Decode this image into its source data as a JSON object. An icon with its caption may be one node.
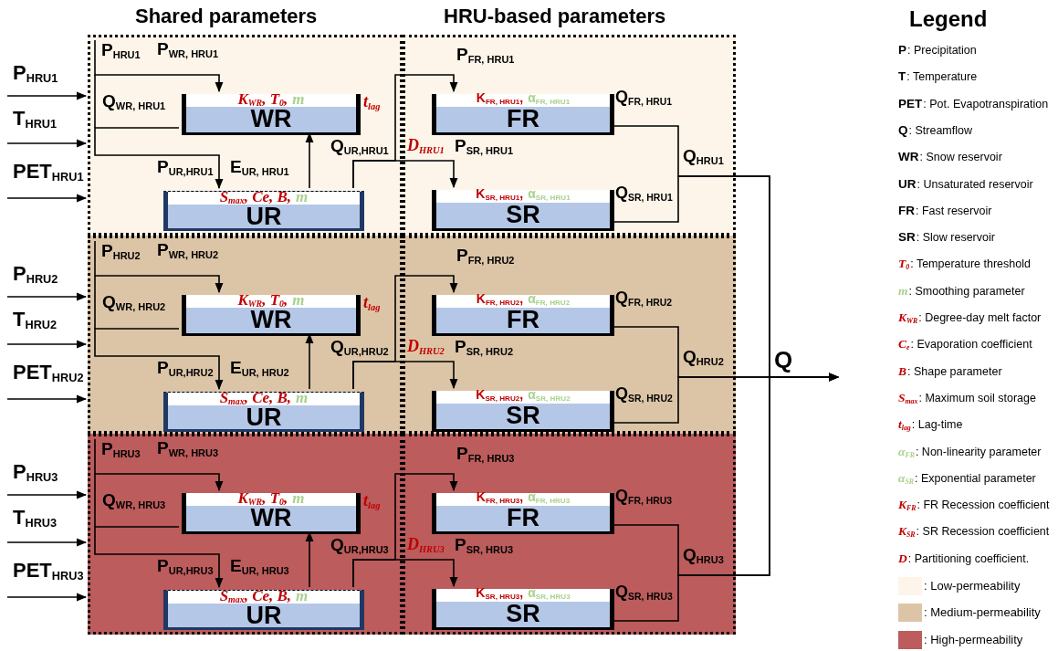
{
  "diagram": {
    "nodes": [
      {
        "text": [],
        "shape": "box"
      },
      {
        "text": [
          "P$_{HRU1}$"
        ],
        "in": 0
      },
      {
        "text": [
          "K$_{WR}$, T$_{0}$,",
          "m",
          "WR"
        ],
        "in": 0,
        "beside": [
          "t$_{lag}$"
        ]
      },
      {
        "text": [
          "S$_{max}$, Ce, B,",
          "m",
          "UR"
        ],
        "in": 0
      },
      {
        "text": [],
        "shape": "box"
      },
      {
        "text": [
          "K$_{FR, HRU1}$,",
          "α$_{FR, HRU1}$",
          "FR"
        ],
        "in": 4
      },
      {
        "text": [
          "K$_{SR, HRU1}$,",
          "α$_{SR, HRU1}$",
          "SR"
        ],
        "in": 4
      },
      {
        "text": [],
        "shape": "box"
      },
      {
        "text": [
          "P$_{HRU2}$"
        ],
        "in": 7
      },
      {
        "text": [
          "K$_{WR}$, T$_{0}$,",
          "m",
          "WR"
        ],
        "in": 7,
        "beside": [
          "t$_{lag}$"
        ]
      },
      {
        "text": [
          "S$_{max}$, Ce, B,",
          "m",
          "UR"
        ],
        "in": 7
      },
      {
        "text": [],
        "shape": "box"
      },
      {
        "text": [
          "K$_{FR, HRU2}$,",
          "α$_{FR, HRU2}$",
          "FR"
        ],
        "in": 11
      },
      {
        "text": [
          "K$_{SR, HRU2}$,",
          "α$_{SR, HRU2}$",
          "SR"
        ],
        "in": 11
      },
      {
        "text": [],
        "shape": "box"
      },
      {
        "text": [
          "P$_{HRU3}$"
        ],
        "in": 14
      },
      {
        "text": [
          "K$_{WR}$, T$_{0}$,",
          "m",
          "WR"
        ],
        "in": 14,
        "beside": [
          "t$_{lag}$"
        ]
      },
      {
        "text": [
          "S$_{max}$, Ce, B,",
          "m",
          "UR"
        ],
        "in": 14
      },
      {
        "text": [],
        "shape": "box"
      },
      {
        "text": [
          "K$_{FR, HRU3}$,",
          "α$_{FR, HRU3}$",
          "FR"
        ],
        "in": 18
      },
      {
        "text": [
          "K$_{SR, HRU3}$,",
          "α$_{SR, HRU3}$",
          "SR"
        ],
        "in": 18
      },
      {
        "text": [
          "Q"
        ]
      }
    ],
    "edges": [
      {
        "from": null,
        "to": 0,
        "arrow": "to",
        "label": "P$_{HRU1}$"
      },
      {
        "from": null,
        "to": 0,
        "arrow": "to",
        "label": "T$_{HRU1}$"
      },
      {
        "from": null,
        "to": 0,
        "arrow": "to",
        "label": "PET$_{HRU1}$"
      },
      {
        "from": 1,
        "to": 2,
        "arrow": "to",
        "label": "P$_{WR, HRU1}$"
      },
      {
        "from": 2,
        "to": 3,
        "arrow": "to",
        "label": "Q$_{WR, HRU1}$"
      },
      {
        "from": 3,
        "to": 2,
        "arrow": "to",
        "label": "E$_{UR, HRU1}$"
      },
      {
        "from": 3,
        "to": 5,
        "arrow": "to",
        "label": "P$_{FR, HRU1}$"
      },
      {
        "from": 3,
        "to": 6,
        "arrow": "to",
        "label": "P$_{SR, HRU1}$"
      },
      {
        "from": 5,
        "to": 21,
        "arrow": "to"
      },
      {
        "from": 6,
        "to": 21,
        "arrow": "to"
      },
      {
        "from": null,
        "to": 7,
        "arrow": "to",
        "label": "P$_{HRU2}$"
      },
      {
        "from": null,
        "to": 7,
        "arrow": "to",
        "label": "T$_{HRU2}$"
      },
      {
        "from": null,
        "to": 7,
        "arrow": "to",
        "label": "PET$_{HRU2}$"
      },
      {
        "from": 8,
        "to": 9,
        "arrow": "to",
        "label": "P$_{WR, HRU2}$"
      },
      {
        "from": 9,
        "to": 10,
        "arrow": "to",
        "label": "Q$_{WR, HRU2}$"
      },
      {
        "from": 10,
        "to": 9,
        "arrow": "to",
        "label": "E$_{UR, HRU2}$"
      },
      {
        "from": 10,
        "to": 12,
        "arrow": "to",
        "label": "P$_{FR, HRU2}$"
      },
      {
        "from": 10,
        "to": 13,
        "arrow": "to",
        "label": "P$_{SR, HRU2}$"
      },
      {
        "from": 12,
        "to": 21,
        "arrow": "to"
      },
      {
        "from": 13,
        "to": 21,
        "arrow": "to"
      },
      {
        "from": null,
        "to": 14,
        "arrow": "to",
        "label": "P$_{HRU3}$"
      },
      {
        "from": null,
        "to": 14,
        "arrow": "to",
        "label": "T$_{HRU3}$"
      },
      {
        "from": null,
        "to": 14,
        "arrow": "to",
        "label": "PET$_{HRU3}$"
      },
      {
        "from": 15,
        "to": 16,
        "arrow": "to",
        "label": "P$_{WR, HRU3}$"
      },
      {
        "from": 16,
        "to": 17,
        "arrow": "to",
        "label": "Q$_{WR, HRU3}$"
      },
      {
        "from": 17,
        "to": 16,
        "arrow": "to",
        "label": "E$_{UR, HRU3}$"
      },
      {
        "from": 17,
        "to": 19,
        "arrow": "to",
        "label": "P$_{FR, HRU3}$"
      },
      {
        "from": 17,
        "to": 20,
        "arrow": "to",
        "label": "P$_{SR, HRU3}$"
      },
      {
        "from": 19,
        "to": 21,
        "arrow": "to"
      },
      {
        "from": 20,
        "to": 21,
        "arrow": "to"
      }
    ],
    "labels": [
      "Shared parameters",
      "HRU-based parameters",
      "P$_{UR,HRU1}$",
      "Q$_{UR,HRU1}$",
      "D$_{HRU1}$",
      "Q$_{FR, HRU1}$",
      "Q$_{SR, HRU1}$",
      "Q$_{HRU1}$",
      "P$_{UR,HRU2}$",
      "Q$_{UR,HRU2}$",
      "D$_{HRU2}$",
      "Q$_{FR, HRU2}$",
      "Q$_{SR, HRU2}$",
      "Q$_{HRU2}$",
      "P$_{UR,HRU3}$",
      "Q$_{UR,HRU3}$",
      "D$_{HRU3}$",
      "Q$_{FR, HRU3}$",
      "Q$_{SR, HRU3}$",
      "Q$_{HRU3}$",
      "Legend",
      "P",
      ": Precipitation",
      "T",
      ": Temperature",
      "PET",
      ": Pot. Evapotranspiration",
      "Q",
      ": Streamflow",
      "WR",
      ": Snow reservoir",
      "UR",
      ": Unsaturated reservoir",
      "FR",
      ": Fast reservoir",
      "SR",
      ": Slow reservoir",
      "T$_{0}$",
      ": Temperature threshold",
      "m",
      ": Smoothing parameter",
      "K$_{WR}$",
      ": Degree-day melt factor",
      "C$_{e}$",
      ": Evaporation coefficient",
      "B",
      ": Shape parameter",
      "S$_{max}$",
      ": Maximum soil storage",
      "t$_{lag}$",
      ": Lag-time",
      "α$_{FR}$",
      ": Non-linearity parameter",
      "α$_{SR}$",
      ": Exponential parameter",
      "K$_{FR}$",
      ": FR Recession coefficient",
      "K$_{SR}$",
      ": SR Recession coefficient",
      "D",
      ": Partitioning coefficient."
    ],
    "legend": [
      {
        "text": ": Low-permeability",
        "color": "#fdf5e9"
      },
      {
        "text": ": Medium-permeability",
        "color": "#dcc5a7"
      },
      {
        "text": ": High-permeability",
        "color": "#bc5c5c"
      }
    ]
  }
}
